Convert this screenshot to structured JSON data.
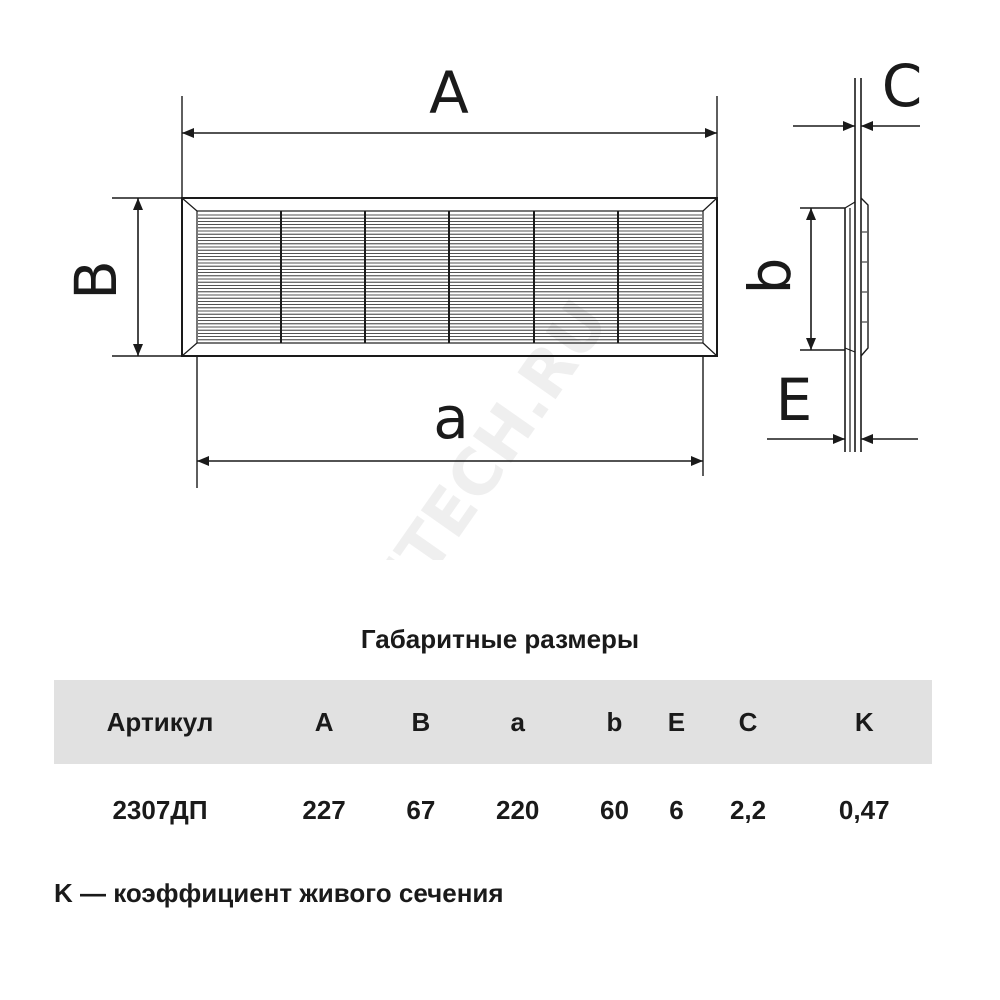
{
  "drawing": {
    "labels": {
      "A": "A",
      "a": "a",
      "B": "B",
      "b": "b",
      "C": "C",
      "E": "E"
    },
    "watermark": "SANTECH.RU"
  },
  "table": {
    "title": "Габаритные размеры",
    "columns": [
      "Артикул",
      "A",
      "B",
      "a",
      "b",
      "E",
      "C",
      "K"
    ],
    "rows": [
      [
        "2307ДП",
        "227",
        "67",
        "220",
        "60",
        "6",
        "2,2",
        "0,47"
      ]
    ]
  },
  "footnote": "K — коэффициент живого сечения"
}
